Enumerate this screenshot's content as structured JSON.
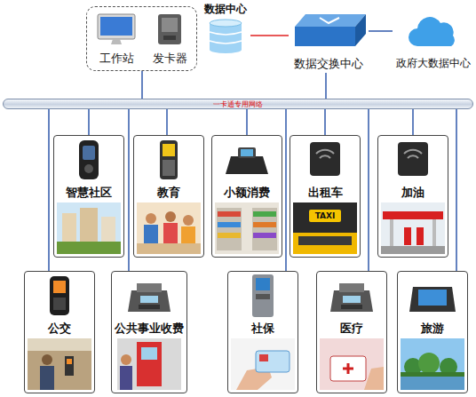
{
  "diagram": {
    "nodes": [
      {
        "text": [
          "工作站",
          "发卡器"
        ]
      },
      {
        "text": [
          "数据中心"
        ]
      },
      {
        "text": [
          "数据交换中心"
        ]
      },
      {
        "text": [
          "政府大数据中心"
        ]
      },
      {
        "text": [
          "一卡通专用网络"
        ]
      },
      {
        "text": [
          "智慧社区"
        ]
      },
      {
        "text": [
          "教育"
        ]
      },
      {
        "text": [
          "小额消费"
        ]
      },
      {
        "text": [
          "出租车"
        ]
      },
      {
        "text": [
          "加油"
        ]
      },
      {
        "text": [
          "公交"
        ]
      },
      {
        "text": [
          "公共事业收费"
        ]
      },
      {
        "text": [
          "社保"
        ]
      },
      {
        "text": [
          "医疗"
        ]
      },
      {
        "text": [
          "旅游"
        ]
      }
    ],
    "edges": [
      {
        "from": 1,
        "to": 2,
        "arrow": "none"
      },
      {
        "from": 2,
        "to": 3,
        "arrow": "none"
      },
      {
        "from": 0,
        "to": 4,
        "arrow": "none"
      },
      {
        "from": 2,
        "to": 4,
        "arrow": "none"
      },
      {
        "from": 4,
        "to": 5,
        "arrow": "none"
      },
      {
        "from": 4,
        "to": 6,
        "arrow": "none"
      },
      {
        "from": 4,
        "to": 7,
        "arrow": "none"
      },
      {
        "from": 4,
        "to": 8,
        "arrow": "none"
      },
      {
        "from": 4,
        "to": 9,
        "arrow": "none"
      },
      {
        "from": 4,
        "to": 10,
        "arrow": "none"
      },
      {
        "from": 4,
        "to": 11,
        "arrow": "none"
      },
      {
        "from": 4,
        "to": 12,
        "arrow": "none"
      },
      {
        "from": 4,
        "to": 13,
        "arrow": "none"
      },
      {
        "from": 4,
        "to": 14,
        "arrow": "none"
      }
    ],
    "labels": [
      "TAXI"
    ]
  }
}
